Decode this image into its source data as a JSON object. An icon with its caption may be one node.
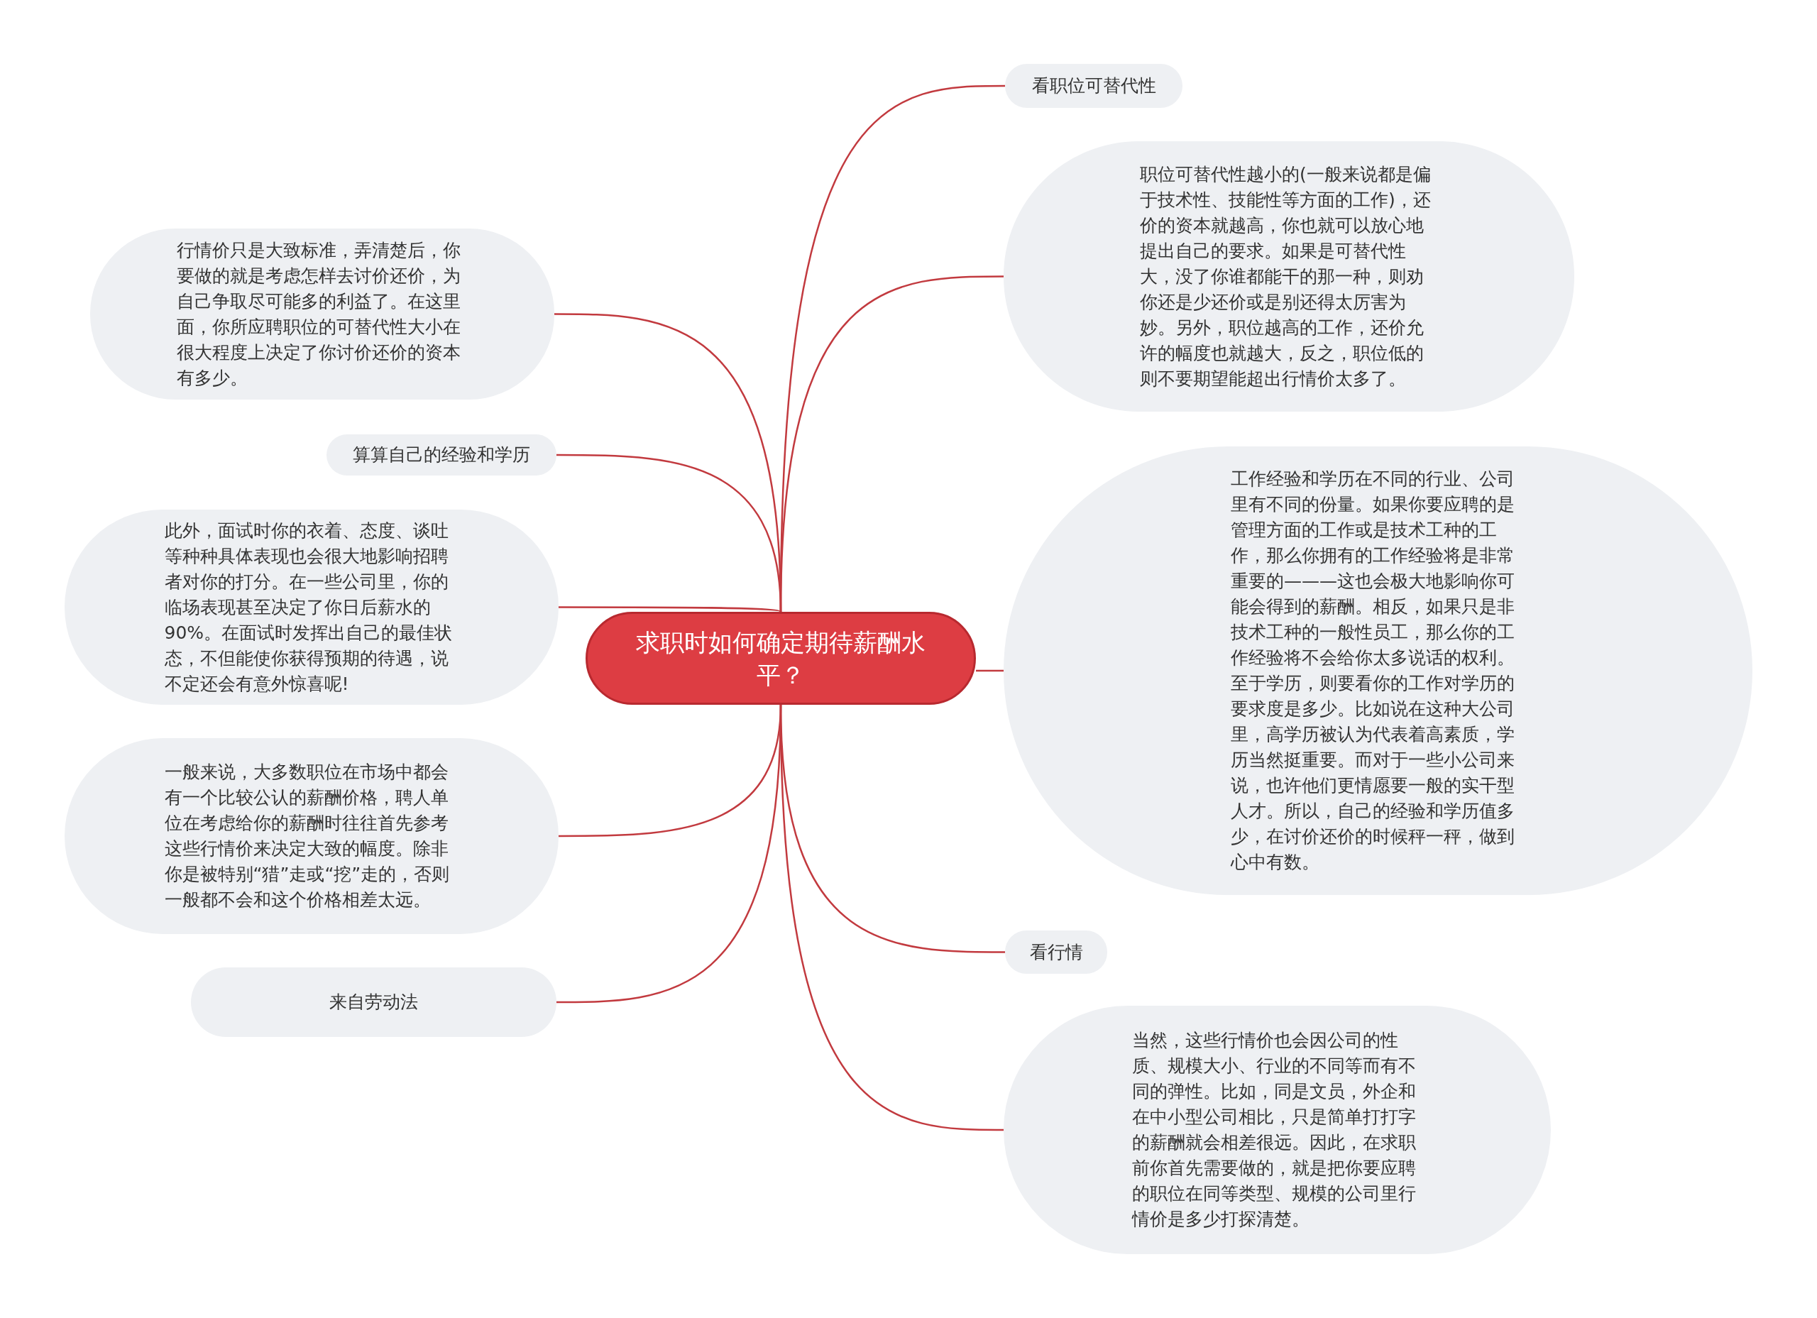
{
  "diagram": {
    "nodes": [
      {
        "text": [
          "求职时如何确定期待薪酬水平？"
        ]
      },
      {
        "text": [
          "看职位可替代性"
        ]
      },
      {
        "text": [
          "职位可替代性越小的(一般来说都是偏于技术性、技能性等方面的工作)，还价的资本就越高，你也就可以放心地提出自己的要求。如果是可替代性大，没了你谁都能干的那一种，则劝你还是少还价或是别还得太厉害为妙。另外，职位越高的工作，还价允许的幅度也就越大，反之，职位低的则不要期望能超出行情价太多了。"
        ]
      },
      {
        "text": [
          "工作经验和学历在不同的行业、公司里有不同的份量。如果你要应聘的是管理方面的工作或是技术工种的工作，那么你拥有的工作经验将是非常重要的———这也会极大地影响你可能会得到的薪酬。相反，如果只是非技术工种的一般性员工，那么你的工作经验将不会给你太多说话的权利。至于学历，则要看你的工作对学历的要求度是多少。比如说在这种大公司里，高学历被认为代表着高素质，学历当然挺重要。而对于一些小公司来说，也许他们更情愿要一般的实干型人才。所以，自己的经验和学历值多少，在讨价还价的时候秤一秤，做到心中有数。"
        ]
      },
      {
        "text": [
          "看行情"
        ]
      },
      {
        "text": [
          "当然，这些行情价也会因公司的性质、规模大小、行业的不同等而有不同的弹性。比如，同是文员，外企和在中小型公司相比，只是简单打打字的薪酬就会相差很远。因此，在求职前你首先需要做的，就是把你要应聘的职位在同等类型、规模的公司里行情价是多少打探清楚。"
        ]
      },
      {
        "text": [
          "行情价只是大致标准，弄清楚后，你要做的就是考虑怎样去讨价还价，为自己争取尽可能多的利益了。在这里面，你所应聘职位的可替代性大小在很大程度上决定了你讨价还价的资本有多少。"
        ]
      },
      {
        "text": [
          "算算自己的经验和学历"
        ]
      },
      {
        "text": [
          "此外，面试时你的衣着、态度、谈吐等种种具体表现也会很大地影响招聘者对你的打分。在一些公司里，你的临场表现甚至决定了你日后薪水的90%。在面试时发挥出自己的最佳状态，不但能使你获得预期的待遇，说不定还会有意外惊喜呢!"
        ]
      },
      {
        "text": [
          "一般来说，大多数职位在市场中都会有一个比较公认的薪酬价格，聘人单位在考虑给你的薪酬时往往首先参考这些行情价来决定大致的幅度。除非你是被特别“猎”走或“挖”走的，否则一般都不会和这个价格相差太远。"
        ]
      },
      {
        "text": [
          "来自劳动法"
        ]
      }
    ],
    "edges": [
      {
        "from": 0,
        "to": 1,
        "arrow": "none"
      },
      {
        "from": 0,
        "to": 2,
        "arrow": "none"
      },
      {
        "from": 0,
        "to": 3,
        "arrow": "none"
      },
      {
        "from": 0,
        "to": 4,
        "arrow": "none"
      },
      {
        "from": 0,
        "to": 5,
        "arrow": "none"
      },
      {
        "from": 0,
        "to": 6,
        "arrow": "none"
      },
      {
        "from": 0,
        "to": 7,
        "arrow": "none"
      },
      {
        "from": 0,
        "to": 8,
        "arrow": "none"
      },
      {
        "from": 0,
        "to": 9,
        "arrow": "none"
      },
      {
        "from": 0,
        "to": 10,
        "arrow": "none"
      }
    ]
  }
}
